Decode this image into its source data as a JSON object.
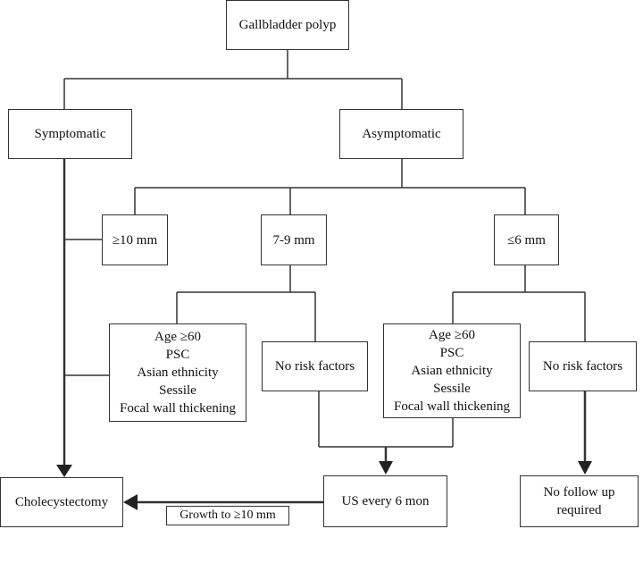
{
  "nodes": {
    "root": "Gallbladder polyp",
    "symptomatic": "Symptomatic",
    "asymptomatic": "Asymptomatic",
    "size_large": "≥10 mm",
    "size_mid": "7-9 mm",
    "size_small": "≤6 mm",
    "risk_factors_left": [
      "Age ≥60",
      "PSC",
      "Asian ethnicity",
      "Sessile",
      "Focal wall thickening"
    ],
    "no_risk_left": "No risk factors",
    "risk_factors_right": [
      "Age ≥60",
      "PSC",
      "Asian ethnicity",
      "Sessile",
      "Focal wall thickening"
    ],
    "no_risk_right": "No risk factors",
    "cholecystectomy": "Cholecystectomy",
    "us_followup": "US every 6 mon",
    "no_followup": "No follow up required"
  },
  "edges": {
    "growth_label": "Growth to ≥10 mm"
  }
}
